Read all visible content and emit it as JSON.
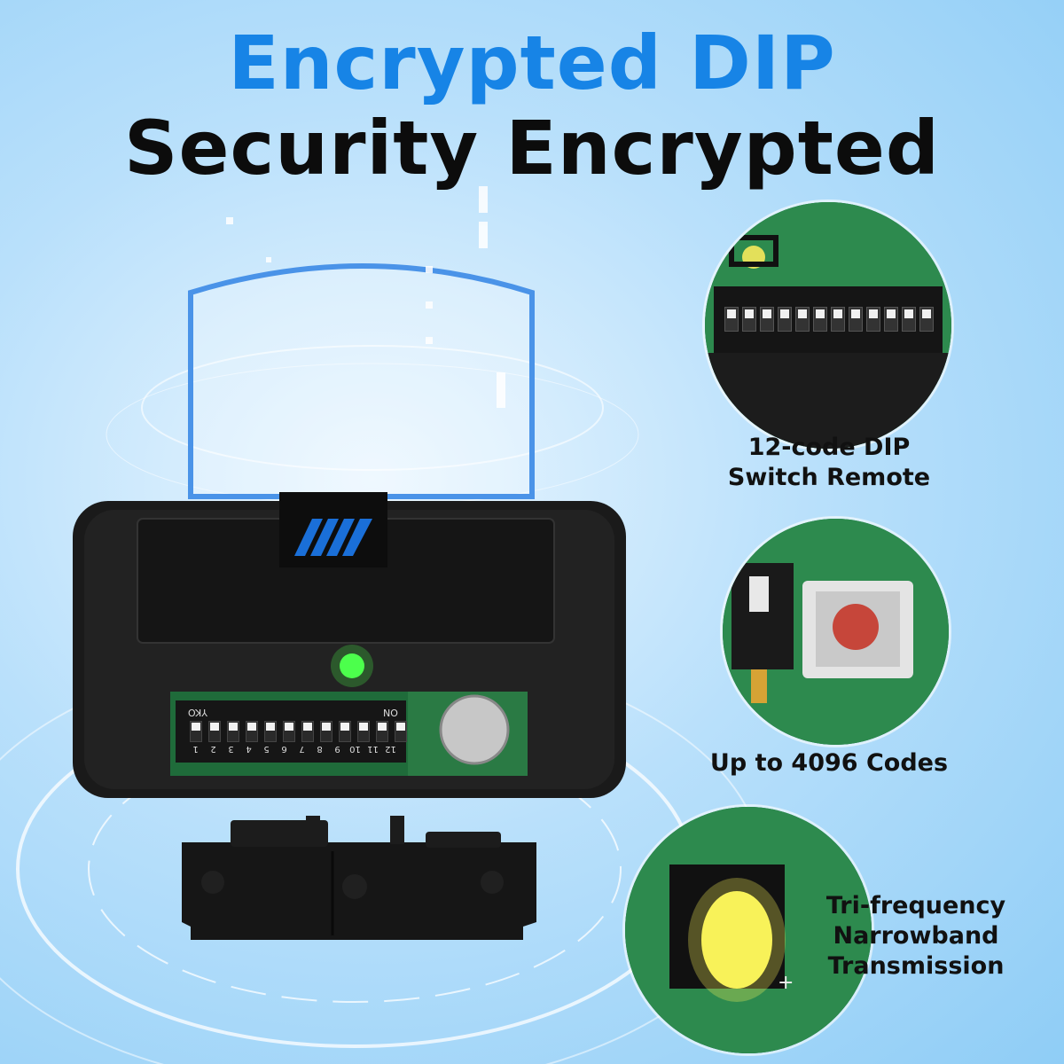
{
  "headline": {
    "line1": "Encrypted DIP",
    "line2": "Security Encrypted"
  },
  "features": [
    {
      "caption_line1": "12-code DIP",
      "caption_line2": "Switch Remote"
    },
    {
      "caption_line1": "Up to 4096 Codes",
      "caption_line2": ""
    },
    {
      "caption_line1": "Tri-frequency",
      "caption_line2": "Narrowband",
      "caption_line3": "Transmission"
    }
  ],
  "dip_switch": {
    "on_label": "ON",
    "brand_label": "YKO",
    "numbers": [
      "1",
      "2",
      "3",
      "4",
      "5",
      "6",
      "7",
      "8",
      "9",
      "10",
      "11",
      "12"
    ]
  },
  "colors": {
    "accent_blue": "#1784e6",
    "headline_dark": "#0c0c0c",
    "pcb_green": "#1d6c38",
    "led_green": "#4cff4c",
    "led_yellow": "#f8f25a"
  }
}
